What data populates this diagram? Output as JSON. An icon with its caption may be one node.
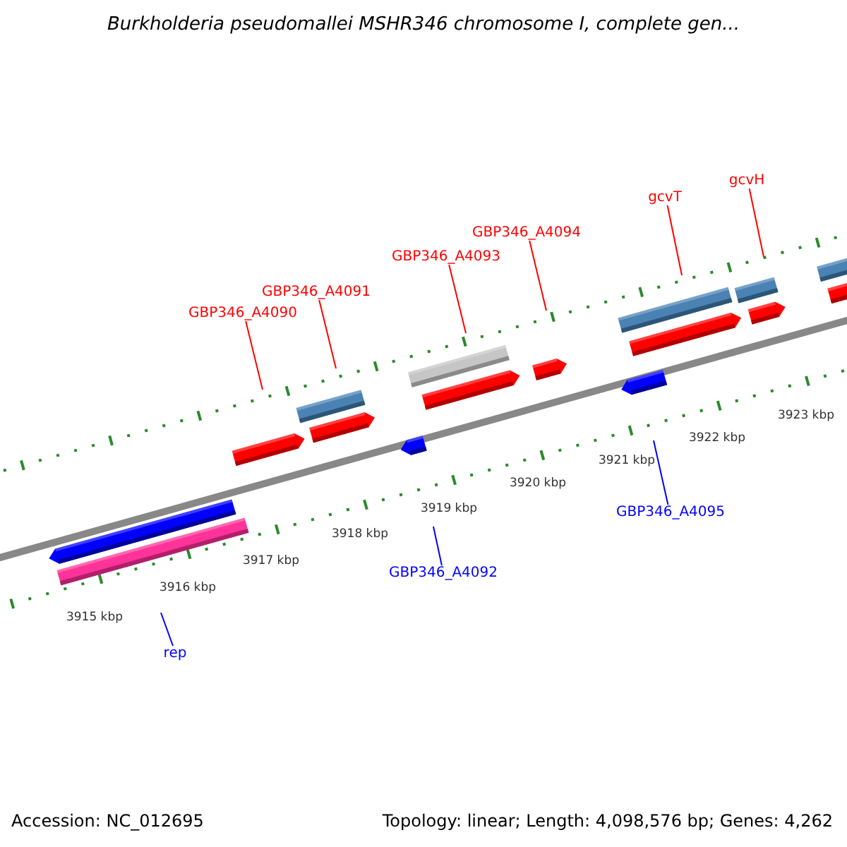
{
  "diagram": {
    "title": "Burkholderia pseudomallei MSHR346 chromosome I, complete gen...",
    "nodes": [
      {
        "text": [
          "GBP346_A4090"
        ]
      },
      {
        "text": [
          "GBP346_A4091"
        ]
      },
      {
        "text": [
          "GBP346_A4093"
        ]
      },
      {
        "text": [
          "GBP346_A4094"
        ]
      },
      {
        "text": [
          "gcvT"
        ]
      },
      {
        "text": [
          "gcvH"
        ]
      },
      {
        "text": [
          "GBP346_A4092"
        ]
      },
      {
        "text": [
          "rep"
        ]
      },
      {
        "text": [
          "GBP346_A4095"
        ]
      }
    ],
    "edges": [
      {
        "from": 0,
        "to": null,
        "arrow": "none"
      },
      {
        "from": 1,
        "to": null,
        "arrow": "none"
      },
      {
        "from": 2,
        "to": null,
        "arrow": "none"
      },
      {
        "from": 3,
        "to": null,
        "arrow": "none"
      },
      {
        "from": 4,
        "to": null,
        "arrow": "none"
      },
      {
        "from": 5,
        "to": null,
        "arrow": "none"
      },
      {
        "from": 6,
        "to": null,
        "arrow": "none",
        "color": "#0000ff"
      },
      {
        "from": 7,
        "to": null,
        "arrow": "none",
        "color": "#0000ff"
      },
      {
        "from": 8,
        "to": null,
        "arrow": "none",
        "color": "#0000ff"
      }
    ],
    "labels": [
      "3915 kbp",
      "3916 kbp",
      "3917 kbp",
      "3918 kbp",
      "3919 kbp",
      "3920 kbp",
      "3921 kbp",
      "3922 kbp",
      "3923 kbp",
      "Accession: NC_012695",
      "Topology: linear; Length: 4,098,576 bp; Genes: 4,262"
    ]
  }
}
